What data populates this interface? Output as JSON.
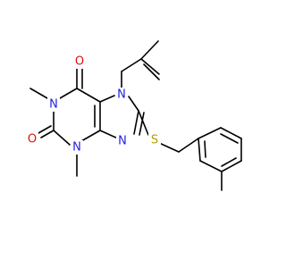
{
  "molecule": {
    "atoms": {
      "O6": {
        "label": "O",
        "color": "#e01010"
      },
      "O2": {
        "label": "O",
        "color": "#e01010"
      },
      "N1": {
        "label": "N",
        "color": "#1f1fe0"
      },
      "N3": {
        "label": "N",
        "color": "#1f1fe0"
      },
      "N7": {
        "label": "N",
        "color": "#1f1fe0"
      },
      "N9": {
        "label": "N",
        "color": "#1f1fe0"
      },
      "S": {
        "label": "S",
        "color": "#b3a000"
      }
    },
    "bond_color": "#000000"
  }
}
